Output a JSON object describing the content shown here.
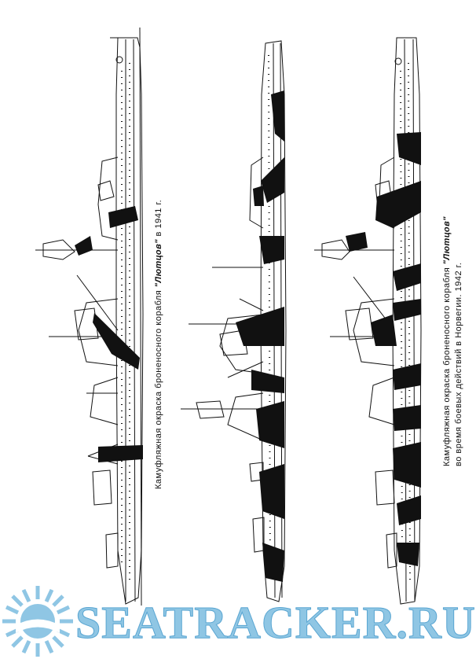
{
  "captions": {
    "fig1": {
      "prefix": "Камуфляжная окраска броненосного корабля ",
      "ship": "\"Лютцов\"",
      "suffix": " в 1941 г."
    },
    "fig2": {
      "line1_prefix": "Камуфляжная окраска броненосного корабля ",
      "line1_ship": "\"Лютцов\"",
      "line2": "во время боевых действий в Норвегии. 1942 г."
    }
  },
  "watermark": {
    "text": "SEATRACKER.RU",
    "logo": "sun-icon",
    "color": "#8fc6e4"
  },
  "colors": {
    "ink": "#111111",
    "camouflage": "#111111",
    "paper": "#ffffff"
  }
}
